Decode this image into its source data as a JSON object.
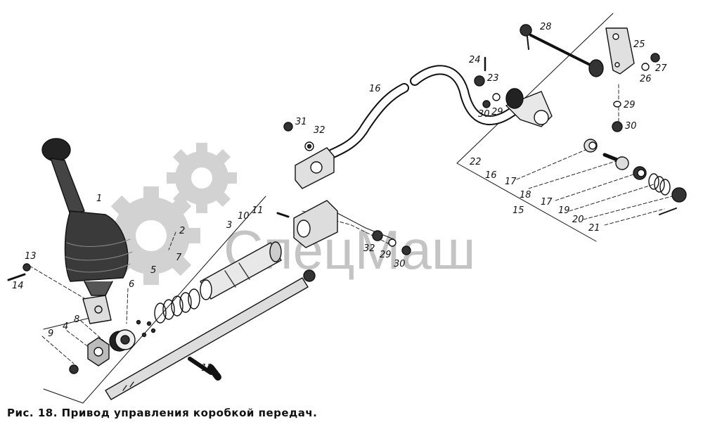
{
  "caption": "Рис. 18. Привод управления коробкой передач.",
  "watermark": "СпецМаш",
  "part_labels": [
    "1",
    "2",
    "3",
    "4",
    "5",
    "6",
    "7",
    "8",
    "9",
    "10",
    "11",
    "12",
    "13",
    "14",
    "15",
    "16",
    "16",
    "17",
    "17",
    "18",
    "19",
    "20",
    "21",
    "22",
    "23",
    "24",
    "25",
    "26",
    "27",
    "28",
    "29",
    "29",
    "29",
    "30",
    "30",
    "30",
    "31",
    "32",
    "32"
  ],
  "colors": {
    "ink": "#111111",
    "watermark": "#c4c4c4",
    "background": "#ffffff"
  }
}
